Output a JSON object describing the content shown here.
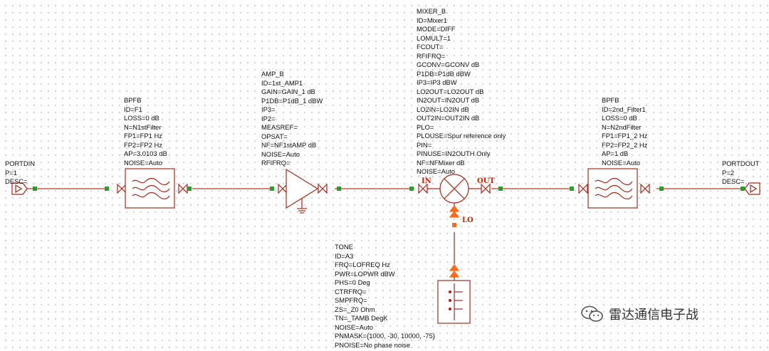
{
  "components": {
    "portdin": {
      "lines": [
        "PORTDIN",
        "P=1",
        "DESC="
      ]
    },
    "filter1": {
      "lines": [
        "BPFB",
        "ID=F1",
        "LOSS=0 dB",
        "N=N1stFilter",
        "FP1=FP1 Hz",
        "FP2=FP2 Hz",
        "AP=3.0103 dB",
        "NOISE=Auto"
      ]
    },
    "amp": {
      "lines": [
        "AMP_B",
        "ID=1st_AMP1",
        "GAIN=GAIN_1 dB",
        "P1DB=P1dB_1 dBW",
        "IP3=",
        "IP2=",
        "MEASREF=",
        "OPSAT=",
        "NF=NF1stAMP dB",
        "NOISE=Auto",
        "RFIFRQ="
      ]
    },
    "mixer": {
      "lines": [
        "MIXER_B",
        "ID=Mixer1",
        "MODE=DIFF",
        "LOMULT=1",
        "FCOUT=",
        "RFIFRQ=",
        "GCONV=GCONV dB",
        "P1DB=P1dB dBW",
        "IP3=IP3 dBW",
        "LO2OUT=LO2OUT dB",
        "IN2OUT=IN2OUT dB",
        "LO2IN=LO2IN dB",
        "OUT2IN=OUT2IN dB",
        "PLO=",
        "PLOUSE=Spur reference only",
        "PIN=",
        "PINUSE=IN2OUTH Only",
        "NF=NFMixer dB",
        "NOISE=Auto"
      ],
      "port_in": "IN",
      "port_out": "OUT",
      "port_lo": "LO"
    },
    "filter2": {
      "lines": [
        "BPFB",
        "ID=2nd_Filter1",
        "LOSS=0 dB",
        "N=N2ndFilter",
        "FP1=FP1_2 Hz",
        "FP2=FP2_2 Hz",
        "AP=1 dB",
        "NOISE=Auto"
      ]
    },
    "portdout": {
      "lines": [
        "PORTDOUT",
        "P=2",
        "DESC="
      ]
    },
    "tone": {
      "lines": [
        "TONE",
        "ID=A3",
        "FRQ=LOFREQ Hz",
        "PWR=LOPWR dBW",
        "PHS=0 Deg",
        "CTRFRQ=",
        "SMPFRQ=",
        "ZS=_Z0 Ohm",
        "TN=_TAMB DegK",
        "NOISE=Auto",
        "PNMASK={1000, -30, 10000, -75}",
        "PNOISE=No phase noise"
      ]
    }
  },
  "watermark": {
    "text": "雷达通信电子战",
    "icon": "wechat-icon"
  },
  "colors": {
    "wire": "#c0392b",
    "symbol": "#a82a1c",
    "node": "#2e9b2e",
    "lo_marker": "#ff6a1a",
    "port_label": "#cc2200"
  }
}
